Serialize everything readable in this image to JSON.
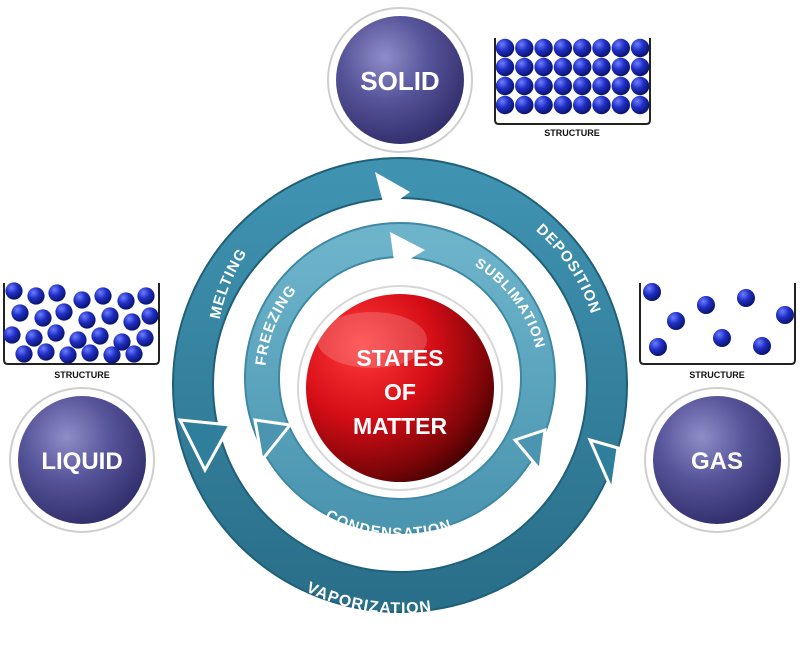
{
  "center": {
    "line1": "STATES",
    "line2": "OF",
    "line3": "MATTER"
  },
  "states": {
    "solid": {
      "label": "SOLID",
      "caption": "STRUCTURE"
    },
    "liquid": {
      "label": "LIQUID",
      "caption": "STRUCTURE"
    },
    "gas": {
      "label": "GAS",
      "caption": "STRUCTURE"
    }
  },
  "transitions": {
    "melting": "MELTING",
    "freezing": "FREEZING",
    "sublimation": "SUBLIMATION",
    "deposition": "DEPOSITION",
    "condensation": "CONDENSATION",
    "vaporization": "VAPORIZATION"
  },
  "colors": {
    "ring_outer": "#2f7f9c",
    "ring_inner": "#5ea9c2",
    "state_circle": "#4a4888",
    "molecule": "#1a2ac0",
    "center_red": "#d8101a"
  }
}
